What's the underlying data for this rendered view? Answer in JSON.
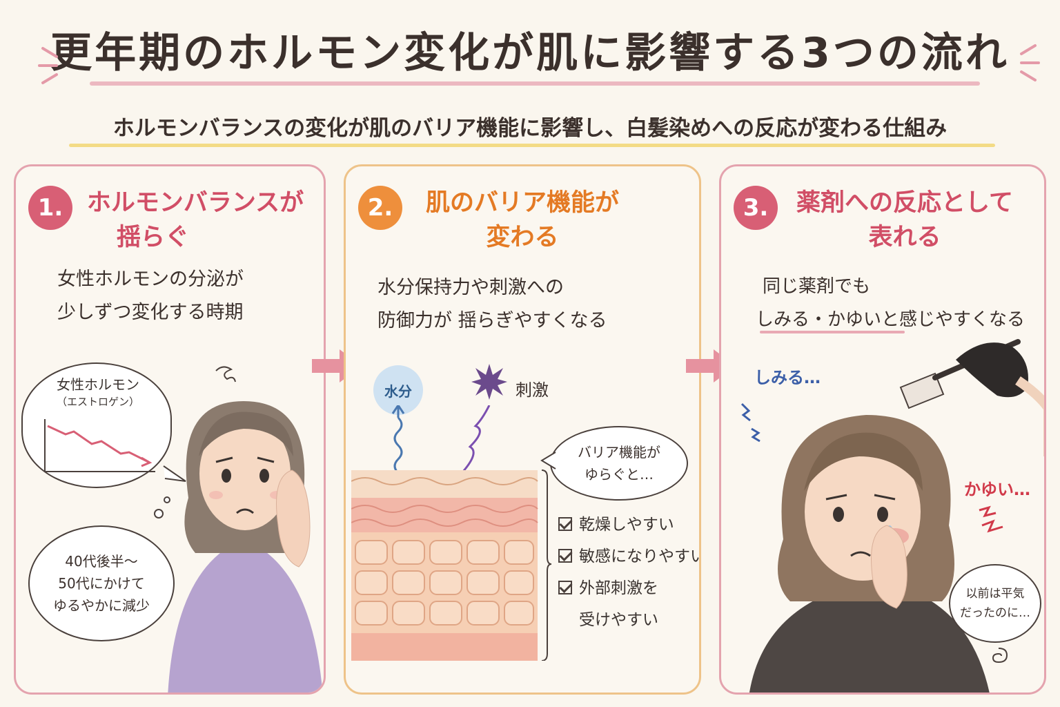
{
  "title": "更年期のホルモン変化が肌に影響する3つの流れ",
  "subtitle": "ホルモンバランスの変化が肌のバリア機能に影響し、白髪染めへの反応が変わる仕組み",
  "colors": {
    "pink": "#d85f75",
    "orange": "#ee8f3c",
    "background": "#faf6ee"
  },
  "panel1": {
    "number": "1.",
    "heading_line1": "ホルモンバランスが",
    "heading_line2": "揺らぐ",
    "text_line1": "女性ホルモンの分泌が",
    "text_line2": "少しずつ変化する時期",
    "graph_label_line1": "女性ホルモン",
    "graph_label_line2": "（エストロゲン）",
    "bubble_line1": "40代後半〜",
    "bubble_line2": "50代にかけて",
    "bubble_line3": "ゆるやかに減少"
  },
  "panel2": {
    "number": "2.",
    "heading_line1": "肌のバリア機能が",
    "heading_line2": "変わる",
    "text_line1": "水分保持力や刺激への",
    "text_line2": "防御力が 揺らぎやすくなる",
    "water_label": "水分",
    "stimulus_label": "刺激",
    "bubble_line1": "バリア機能が",
    "bubble_line2": "ゆらぐと…",
    "checks": [
      {
        "line1": "乾燥しやすい",
        "line2": ""
      },
      {
        "line1": "敏感になりやすい",
        "line2": ""
      },
      {
        "line1": "外部刺激を",
        "line2": "受けやすい"
      }
    ]
  },
  "panel3": {
    "number": "3.",
    "heading_line1": "薬剤への反応として",
    "heading_line2": "表れる",
    "text_line1": "同じ薬剤でも",
    "text_line2": "しみる・かゆいと感じやすくなる",
    "sting_label": "しみる…",
    "itch_label": "かゆい…",
    "bubble_line1": "以前は平気",
    "bubble_line2": "だったのに…"
  }
}
